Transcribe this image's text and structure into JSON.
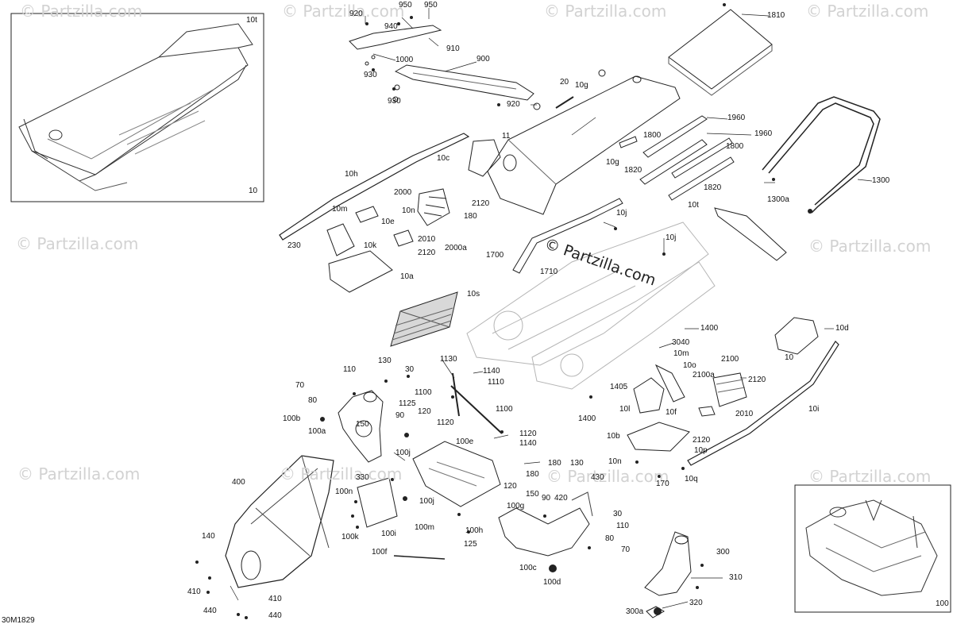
{
  "diagram_code": "30M1829",
  "watermark_text": "© Partzilla.com",
  "brand_text": "© Partzilla.com",
  "colors": {
    "line": "#222222",
    "light_line": "#b5b5b5",
    "watermark": "#d2d2d2",
    "frame": "#222222"
  },
  "insets": [
    {
      "id": "inset-tunnel",
      "labels": [
        "10t",
        "10"
      ]
    },
    {
      "id": "inset-frame",
      "labels": [
        "100"
      ]
    }
  ],
  "callouts": [
    "920",
    "950",
    "950",
    "940",
    "910",
    "1000",
    "930",
    "930",
    "900",
    "920",
    "20",
    "10g",
    "1810",
    "11",
    "1800",
    "1960",
    "1960",
    "1800",
    "10g",
    "1820",
    "1820",
    "1300",
    "1300a",
    "10t",
    "10h",
    "10c",
    "2000",
    "2120",
    "180",
    "10m",
    "10n",
    "10e",
    "230",
    "10k",
    "2010",
    "2120",
    "2000a",
    "10a",
    "10j",
    "10j",
    "1700",
    "1710",
    "10s",
    "1400",
    "10d",
    "3040",
    "10m",
    "10",
    "10o",
    "2100",
    "2100a",
    "2120",
    "1405",
    "10l",
    "10f",
    "2010",
    "1400",
    "10b",
    "2120",
    "10p",
    "10n",
    "170",
    "10q",
    "10i",
    "110",
    "130",
    "30",
    "1130",
    "1140",
    "1110",
    "70",
    "80",
    "1100",
    "1125",
    "1100",
    "100b",
    "90",
    "120",
    "1120",
    "100a",
    "150",
    "1120",
    "1140",
    "100e",
    "400",
    "100j",
    "180",
    "180",
    "330",
    "130",
    "430",
    "100n",
    "120",
    "100j",
    "150",
    "90",
    "420",
    "100g",
    "30",
    "100k",
    "100i",
    "100m",
    "100h",
    "110",
    "140",
    "125",
    "80",
    "100f",
    "70",
    "100c",
    "100d",
    "300",
    "310",
    "410",
    "410",
    "440",
    "440",
    "320",
    "300a"
  ]
}
